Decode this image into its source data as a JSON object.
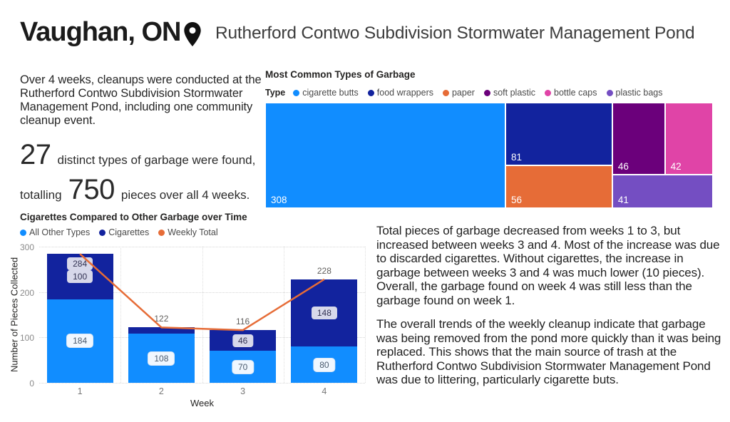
{
  "header": {
    "city": "Vaughan, ON",
    "location": "Rutherford Contwo Subdivision Stormwater Management Pond"
  },
  "summary": {
    "intro": "Over 4 weeks, cleanups were conducted at the Rutherford Contwo Subdivision Stormwater Management Pond, including one community cleanup event.",
    "stat1_value": "27",
    "stat1_text": "distinct types of garbage were found,",
    "stat2_prefix": "totalling",
    "stat2_value": "750",
    "stat2_suffix": "pieces over all 4 weeks."
  },
  "analysis": {
    "paragraph1": "Total pieces of garbage decreased from weeks 1 to 3, but increased between weeks 3 and 4. Most of the increase was due to discarded cigarettes. Without cigarettes, the increase in garbage between weeks 3 and 4 was much lower (10 pieces). Overall, the garbage found on week 4 was still less than the garbage found on week 1.",
    "paragraph2": "The overall trends of the weekly cleanup indicate that garbage was being removed from the pond more quickly than it was being replaced. This shows that the main source of trash at the Rutherford Contwo Subdivision Stormwater Management Pond was due to littering, particularly cigarette buts."
  },
  "chart_data": [
    {
      "type": "treemap",
      "title": "Most Common Types of Garbage",
      "legend_label": "Type",
      "legend_position": "top",
      "items": [
        {
          "label": "cigarette butts",
          "value": 308,
          "color": "#118DFF"
        },
        {
          "label": "food wrappers",
          "value": 81,
          "color": "#12239E"
        },
        {
          "label": "paper",
          "value": 56,
          "color": "#E66C37"
        },
        {
          "label": "soft plastic",
          "value": 46,
          "color": "#6B007B"
        },
        {
          "label": "bottle caps",
          "value": 42,
          "color": "#E044A7"
        },
        {
          "label": "plastic bags",
          "value": 41,
          "color": "#744EC2"
        }
      ]
    },
    {
      "type": "bar",
      "subtype": "stacked-column-with-line",
      "title": "Cigarettes Compared to Other Garbage over Time",
      "categories": [
        "1",
        "2",
        "3",
        "4"
      ],
      "series": [
        {
          "name": "All Other Types",
          "role": "bar",
          "color": "#118DFF",
          "values": [
            184,
            108,
            70,
            80
          ]
        },
        {
          "name": "Cigarettes",
          "role": "bar",
          "color": "#12239E",
          "values": [
            100,
            14,
            46,
            148
          ]
        },
        {
          "name": "Weekly Total",
          "role": "line",
          "color": "#E66C37",
          "values": [
            284,
            122,
            116,
            228
          ]
        }
      ],
      "xlabel": "Week",
      "ylabel": "Number of Pieces Collected",
      "ylim": [
        0,
        300
      ],
      "yticks": [
        0,
        100,
        200,
        300
      ],
      "grid": "dotted",
      "legend_position": "top"
    }
  ]
}
